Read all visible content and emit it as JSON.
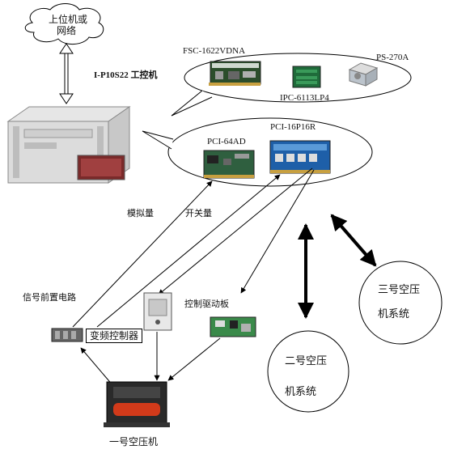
{
  "network": {
    "text_line1": "上位机或",
    "text_line2": "网络"
  },
  "ipc_title": "I-P10S22 工控机",
  "cpu_card": "FSC-1622VDNA",
  "power_supply": "PS-270A",
  "bus_board": "IPC-6113LP4",
  "ad_card": "PCI-64AD",
  "io_card": "PCI-16P16R",
  "analog_label": "模拟量",
  "switch_label": "开关量",
  "signal_circuit": "信号前置电路",
  "control_board": "控制驱动板",
  "vfd": "变频控制器",
  "compressor1": "一号空压机",
  "compressor2": {
    "line1": "二号空压",
    "line2": "机系统"
  },
  "compressor3": {
    "line1": "三号空压",
    "line2": "机系统"
  }
}
